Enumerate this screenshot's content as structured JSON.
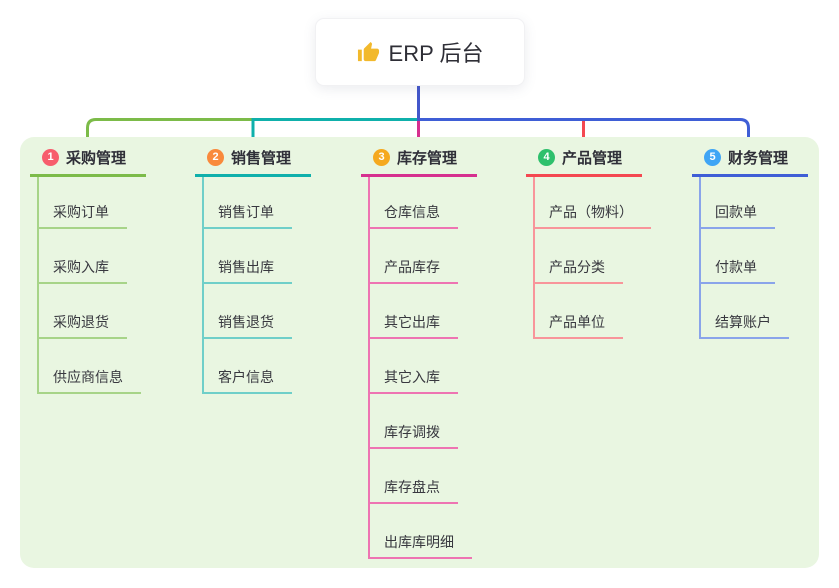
{
  "root": {
    "label": "ERP 后台",
    "icon": "thumbs-up-icon",
    "icon_color": "#f2b92c",
    "connector_color": "#4357cb"
  },
  "canvas": {
    "background": "#ffffff",
    "panel_background": "#e9f6e1"
  },
  "branches": [
    {
      "number": "1",
      "title": "采购管理",
      "badge_color": "#f75d6d",
      "line_color": "#7cbb49",
      "child_line_color": "#a7d488",
      "children": [
        "采购订单",
        "采购入库",
        "采购退货",
        "供应商信息"
      ]
    },
    {
      "number": "2",
      "title": "销售管理",
      "badge_color": "#f98a3c",
      "line_color": "#0fb0ab",
      "child_line_color": "#6fcfc9",
      "children": [
        "销售订单",
        "销售出库",
        "销售退货",
        "客户信息"
      ]
    },
    {
      "number": "3",
      "title": "库存管理",
      "badge_color": "#f5a91f",
      "line_color": "#d6308f",
      "child_line_color": "#ee74b2",
      "children": [
        "仓库信息",
        "产品库存",
        "其它出库",
        "其它入库",
        "库存调拨",
        "库存盘点",
        "出库库明细"
      ]
    },
    {
      "number": "4",
      "title": "产品管理",
      "badge_color": "#2ec06c",
      "line_color": "#f44851",
      "child_line_color": "#f8959a",
      "children": [
        "产品（物料）",
        "产品分类",
        "产品单位"
      ]
    },
    {
      "number": "5",
      "title": "财务管理",
      "badge_color": "#3fa5f5",
      "line_color": "#3f5ed6",
      "child_line_color": "#8aa4ea",
      "children": [
        "回款单",
        "付款单",
        "结算账户"
      ]
    }
  ]
}
